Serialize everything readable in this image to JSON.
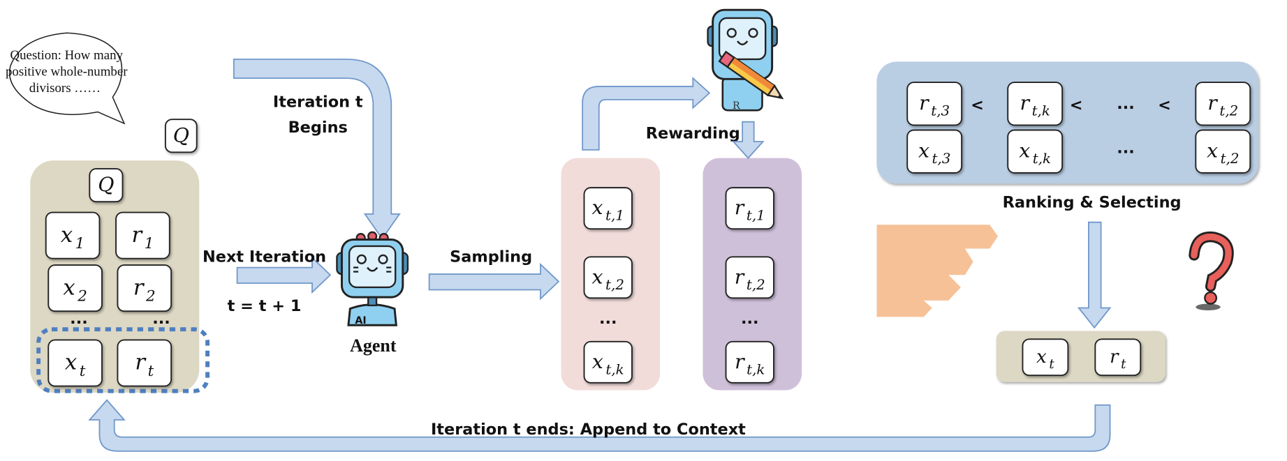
{
  "question_bubble": {
    "lines": [
      "Question: How many",
      "positive whole-number",
      "divisors ……"
    ],
    "q_symbol": "Q"
  },
  "context": {
    "q": {
      "var": "Q",
      "sub": ""
    },
    "x1": {
      "var": "x",
      "sub": "1"
    },
    "r1": {
      "var": "r",
      "sub": "1"
    },
    "x2": {
      "var": "x",
      "sub": "2"
    },
    "r2": {
      "var": "r",
      "sub": "2"
    },
    "ellipsis": "...",
    "xt": {
      "var": "x",
      "sub": "t"
    },
    "rt": {
      "var": "r",
      "sub": "t"
    }
  },
  "labels": {
    "iteration_begins_1": "Iteration t",
    "iteration_begins_2": "Begins",
    "next_iteration": "Next Iteration",
    "t_update": "t = t + 1",
    "agent": "Agent",
    "agent_badge": "AI",
    "sampling": "Sampling",
    "rewarding": "Rewarding",
    "reward_badge": "R",
    "ranking": "Ranking & Selecting",
    "iteration_ends": "Iteration t ends: Append to Context"
  },
  "samples": {
    "x1": {
      "var": "x",
      "sub": "t,1"
    },
    "x2": {
      "var": "x",
      "sub": "t,2"
    },
    "ellipsis": "...",
    "xk": {
      "var": "x",
      "sub": "t,k"
    }
  },
  "rewards": {
    "r1": {
      "var": "r",
      "sub": "t,1"
    },
    "r2": {
      "var": "r",
      "sub": "t,2"
    },
    "ellipsis": "...",
    "rk": {
      "var": "r",
      "sub": "t,k"
    }
  },
  "ranking": {
    "r3": {
      "var": "r",
      "sub": "t,3"
    },
    "rk": {
      "var": "r",
      "sub": "t,k"
    },
    "r2": {
      "var": "r",
      "sub": "t,2"
    },
    "x3": {
      "var": "x",
      "sub": "t,3"
    },
    "xk": {
      "var": "x",
      "sub": "t,k"
    },
    "x2": {
      "var": "x",
      "sub": "t,2"
    },
    "lt": "<",
    "ellipsis": "..."
  },
  "selected": {
    "xt": {
      "var": "x",
      "sub": "t"
    },
    "rt": {
      "var": "r",
      "sub": "t"
    }
  },
  "colors": {
    "context_bg": "#ddd8c4",
    "arrow_fill": "#c7d9ef",
    "sample_col": "#f1dcda",
    "reward_col": "#cfc0da",
    "ranking_bg": "#b9cde3",
    "orange_shape": "#f6c197",
    "question_mark": "#e8605b",
    "robot_body": "#8fd0f0"
  },
  "icons": [
    "speech-bubble-icon",
    "agent-robot-icon",
    "reward-robot-icon",
    "pencil-icon",
    "question-mark-icon"
  ]
}
